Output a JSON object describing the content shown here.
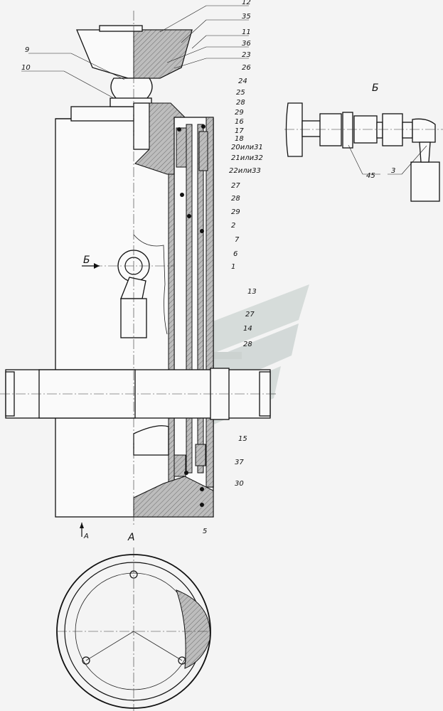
{
  "callouts": [
    "12",
    "35",
    "11",
    "36",
    "23",
    "26",
    "24",
    "25",
    "28",
    "29",
    "16",
    "17",
    "18",
    "20или31",
    "21или32",
    "22или33",
    "27",
    "28",
    "29",
    "2",
    "7",
    "6",
    "1",
    "13",
    "27",
    "14",
    "28",
    "15",
    "37",
    "30",
    "5",
    "9",
    "10",
    "45",
    "3"
  ],
  "view_labels": {
    "section_b": "Б",
    "section_a_arrow": "А",
    "section_a_axis": "А",
    "view_b_marker": "Б"
  },
  "watermark": {
    "color": "#c9d1cf"
  }
}
